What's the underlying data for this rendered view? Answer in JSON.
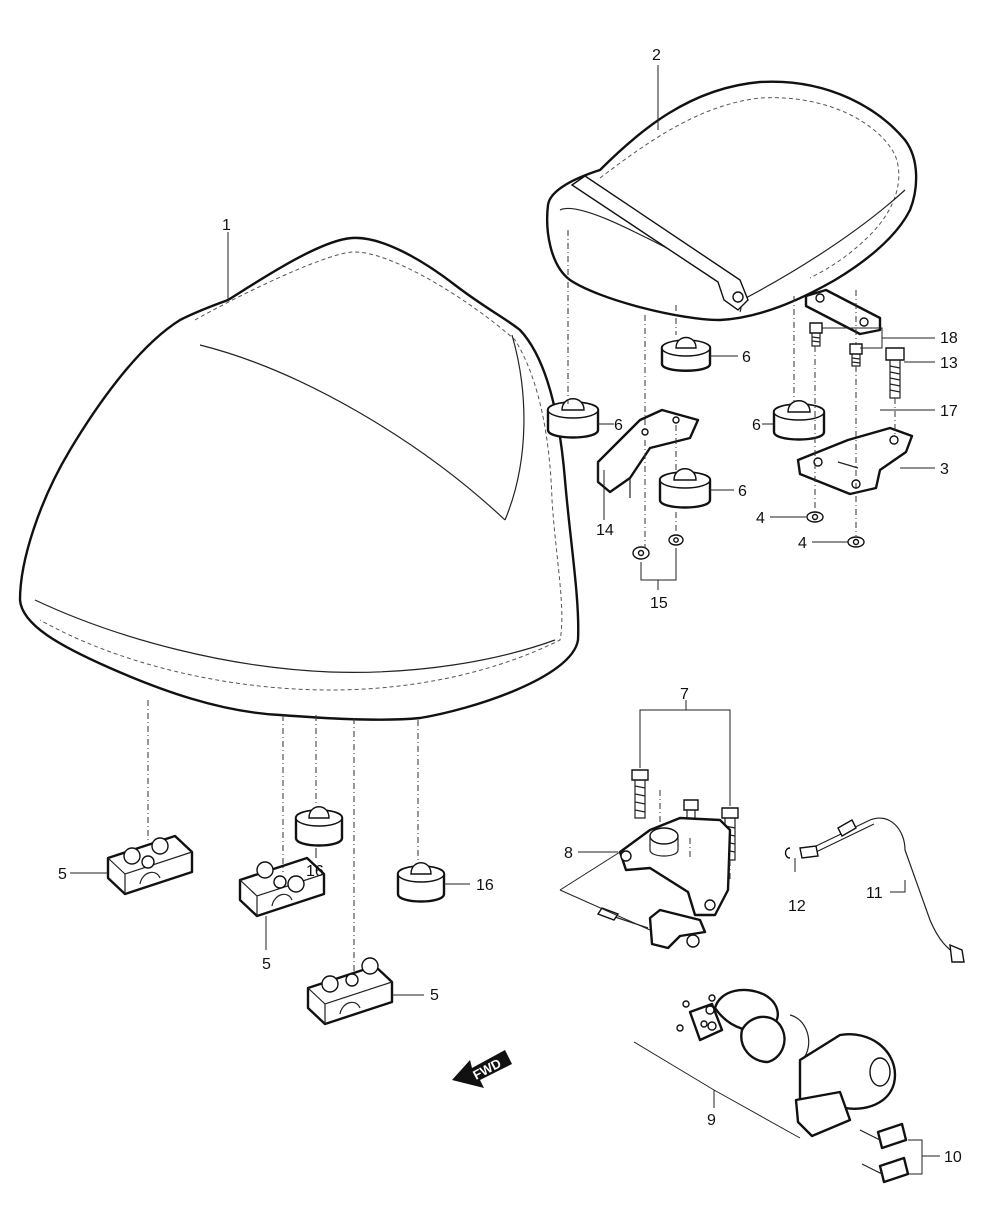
{
  "diagram": {
    "callouts": {
      "c1": "1",
      "c2": "2",
      "c3": "3",
      "c4a": "4",
      "c4b": "4",
      "c5a": "5",
      "c5b": "5",
      "c5c": "5",
      "c6a": "6",
      "c6b": "6",
      "c6c": "6",
      "c6d": "6",
      "c7": "7",
      "c8": "8",
      "c9": "9",
      "c10": "10",
      "c11": "11",
      "c12": "12",
      "c13": "13",
      "c14": "14",
      "c15": "15",
      "c16a": "16",
      "c16b": "16",
      "c17": "17",
      "c18": "18"
    },
    "direction_label": "FWD",
    "colors": {
      "ink": "#111111",
      "background": "#ffffff"
    }
  }
}
